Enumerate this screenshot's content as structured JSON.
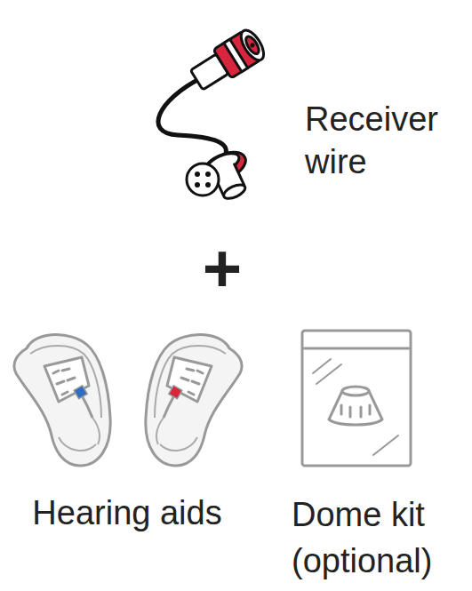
{
  "diagram": {
    "labels": [
      "Receiver wire",
      "+",
      "Hearing aids",
      "Dome kit (optional)"
    ]
  }
}
